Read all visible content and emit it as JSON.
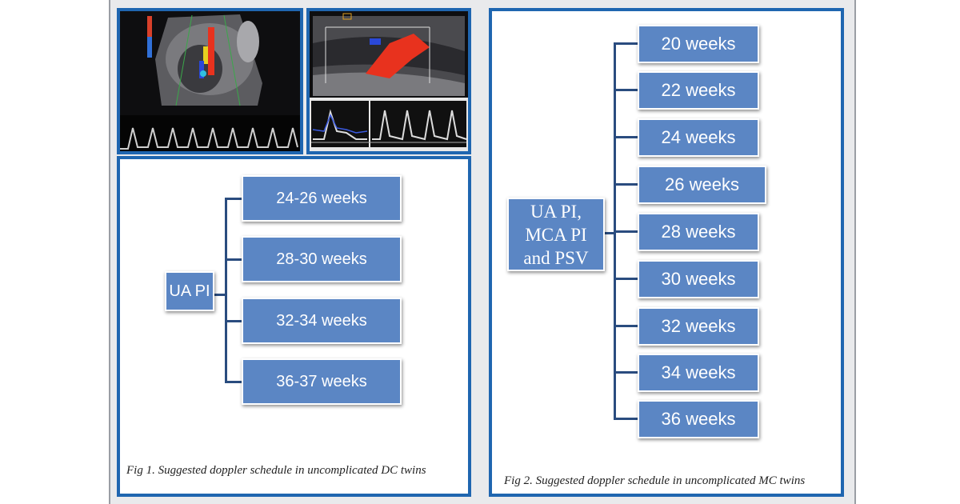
{
  "figure1": {
    "root": "UA PI",
    "items": [
      "24-26 weeks",
      "28-30 weeks",
      "32-34 weeks",
      "36-37 weeks"
    ],
    "caption": "Fig 1. Suggested doppler schedule in uncomplicated DC twins"
  },
  "figure2": {
    "root": "UA PI, MCA PI and PSV",
    "items": [
      "20 weeks",
      "22 weeks",
      "24 weeks",
      "26 weeks",
      "28 weeks",
      "30 weeks",
      "32 weeks",
      "34 weeks",
      "36 weeks"
    ],
    "caption": "Fig 2. Suggested doppler schedule in uncomplicated MC twins"
  },
  "colors": {
    "frame": "#1f66b0",
    "box": "#5b86c4",
    "connector": "#2a4c7f",
    "doppler_red": "#e8321e",
    "doppler_blue": "#2a48d8"
  }
}
